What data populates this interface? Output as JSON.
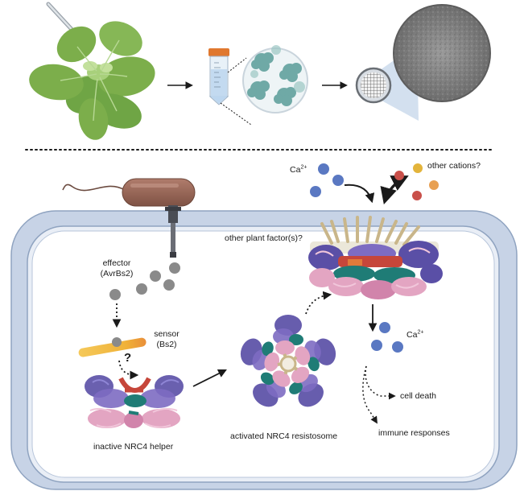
{
  "labels": {
    "calcium_in": "Ca",
    "calcium_in_charge": "2+",
    "other_cations": "other cations?",
    "other_plant_factors": "other plant factor(s)?",
    "effector": "effector",
    "effector_name": "(AvrBs2)",
    "sensor": "sensor",
    "sensor_name": "(Bs2)",
    "question": "?",
    "calcium_out": "Ca",
    "calcium_out_charge": "2+",
    "cell_death": "cell death",
    "immune_responses": "immune responses",
    "inactive_helper": "inactive NRC4 helper",
    "activated_resistosome": "activated NRC4 resistosome"
  },
  "colors": {
    "leaf": "#7cae4b",
    "leaf_dark": "#5b8a35",
    "tube_cap": "#e0782f",
    "protein_cluster": "#6fa9a6",
    "membrane": "#c7d3e6",
    "membrane_line": "#8fa3c0",
    "bacterium": "#9b6a5c",
    "ion_blue": "#5a78c2",
    "ion_grey": "#8a8a8a",
    "ion_red": "#c9504a",
    "ion_orange": "#e8a052",
    "ion_yellow": "#e3b43b",
    "sensor_yellow": "#f2c14c",
    "helix_purple": "#5a4fa6",
    "helix_pink": "#e3a5c2",
    "helix_teal": "#1f7c76",
    "helix_red": "#c6463a",
    "helix_tan": "#c9b68a"
  },
  "icons": [
    "plant-with-syringe",
    "centrifuge-tube",
    "protein-magnification",
    "em-grid",
    "micrograph",
    "bacterium",
    "secretion-system"
  ]
}
